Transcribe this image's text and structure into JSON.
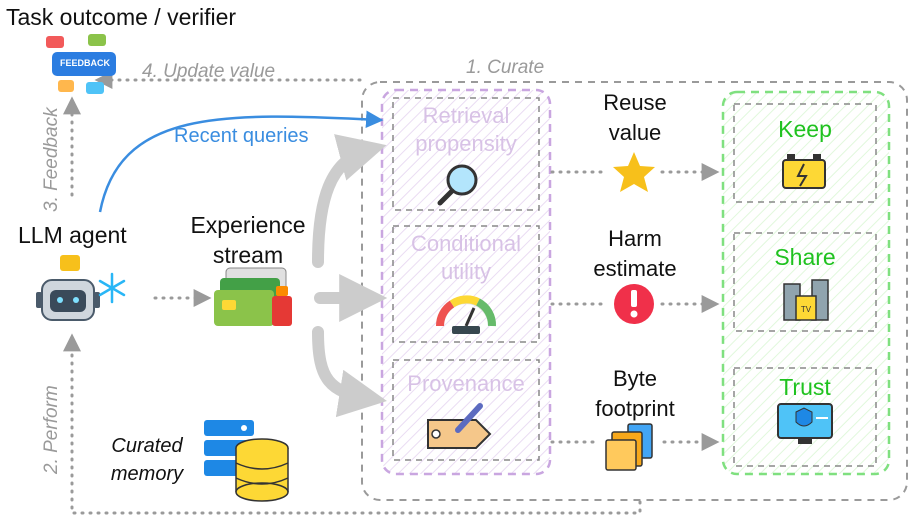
{
  "title": "Task outcome / verifier",
  "feedback_badge": "FEEDBACK",
  "agent_label": "LLM agent",
  "stream_label": [
    "Experience",
    "stream"
  ],
  "memory_label": [
    "Curated",
    "memory"
  ],
  "recent_queries": "Recent queries",
  "steps": {
    "update": "4. Update value",
    "curate": "1. Curate",
    "feedback": "3. Feedback",
    "perform": "2. Perform"
  },
  "features": [
    {
      "lines": [
        "Retrieval",
        "propensity"
      ],
      "icon": "magnifier-icon"
    },
    {
      "lines": [
        "Conditional",
        "utility"
      ],
      "icon": "gauge-icon"
    },
    {
      "lines": [
        "Provenance"
      ],
      "icon": "tag-pen-icon"
    }
  ],
  "signals": [
    {
      "lines": [
        "Reuse",
        "value"
      ],
      "icon": "star-icon"
    },
    {
      "lines": [
        "Harm",
        "estimate"
      ],
      "icon": "alert-icon"
    },
    {
      "lines": [
        "Byte",
        "footprint"
      ],
      "icon": "folders-icon"
    }
  ],
  "actions": [
    {
      "label": "Keep",
      "icon": "battery-icon"
    },
    {
      "label": "Share",
      "icon": "building-icon"
    },
    {
      "label": "Trust",
      "icon": "shield-monitor-icon"
    }
  ],
  "building_sign": "TV",
  "colors": {
    "curate_border": "#9a9a9a",
    "feature_border": "#c9a6e0",
    "action_border": "#7fe07f",
    "action_text": "#1fc21f",
    "query_arrow": "#3a8de0",
    "feature_text": "#d8c2e6",
    "star": "#f7c01b",
    "alert": "#f0304a"
  }
}
